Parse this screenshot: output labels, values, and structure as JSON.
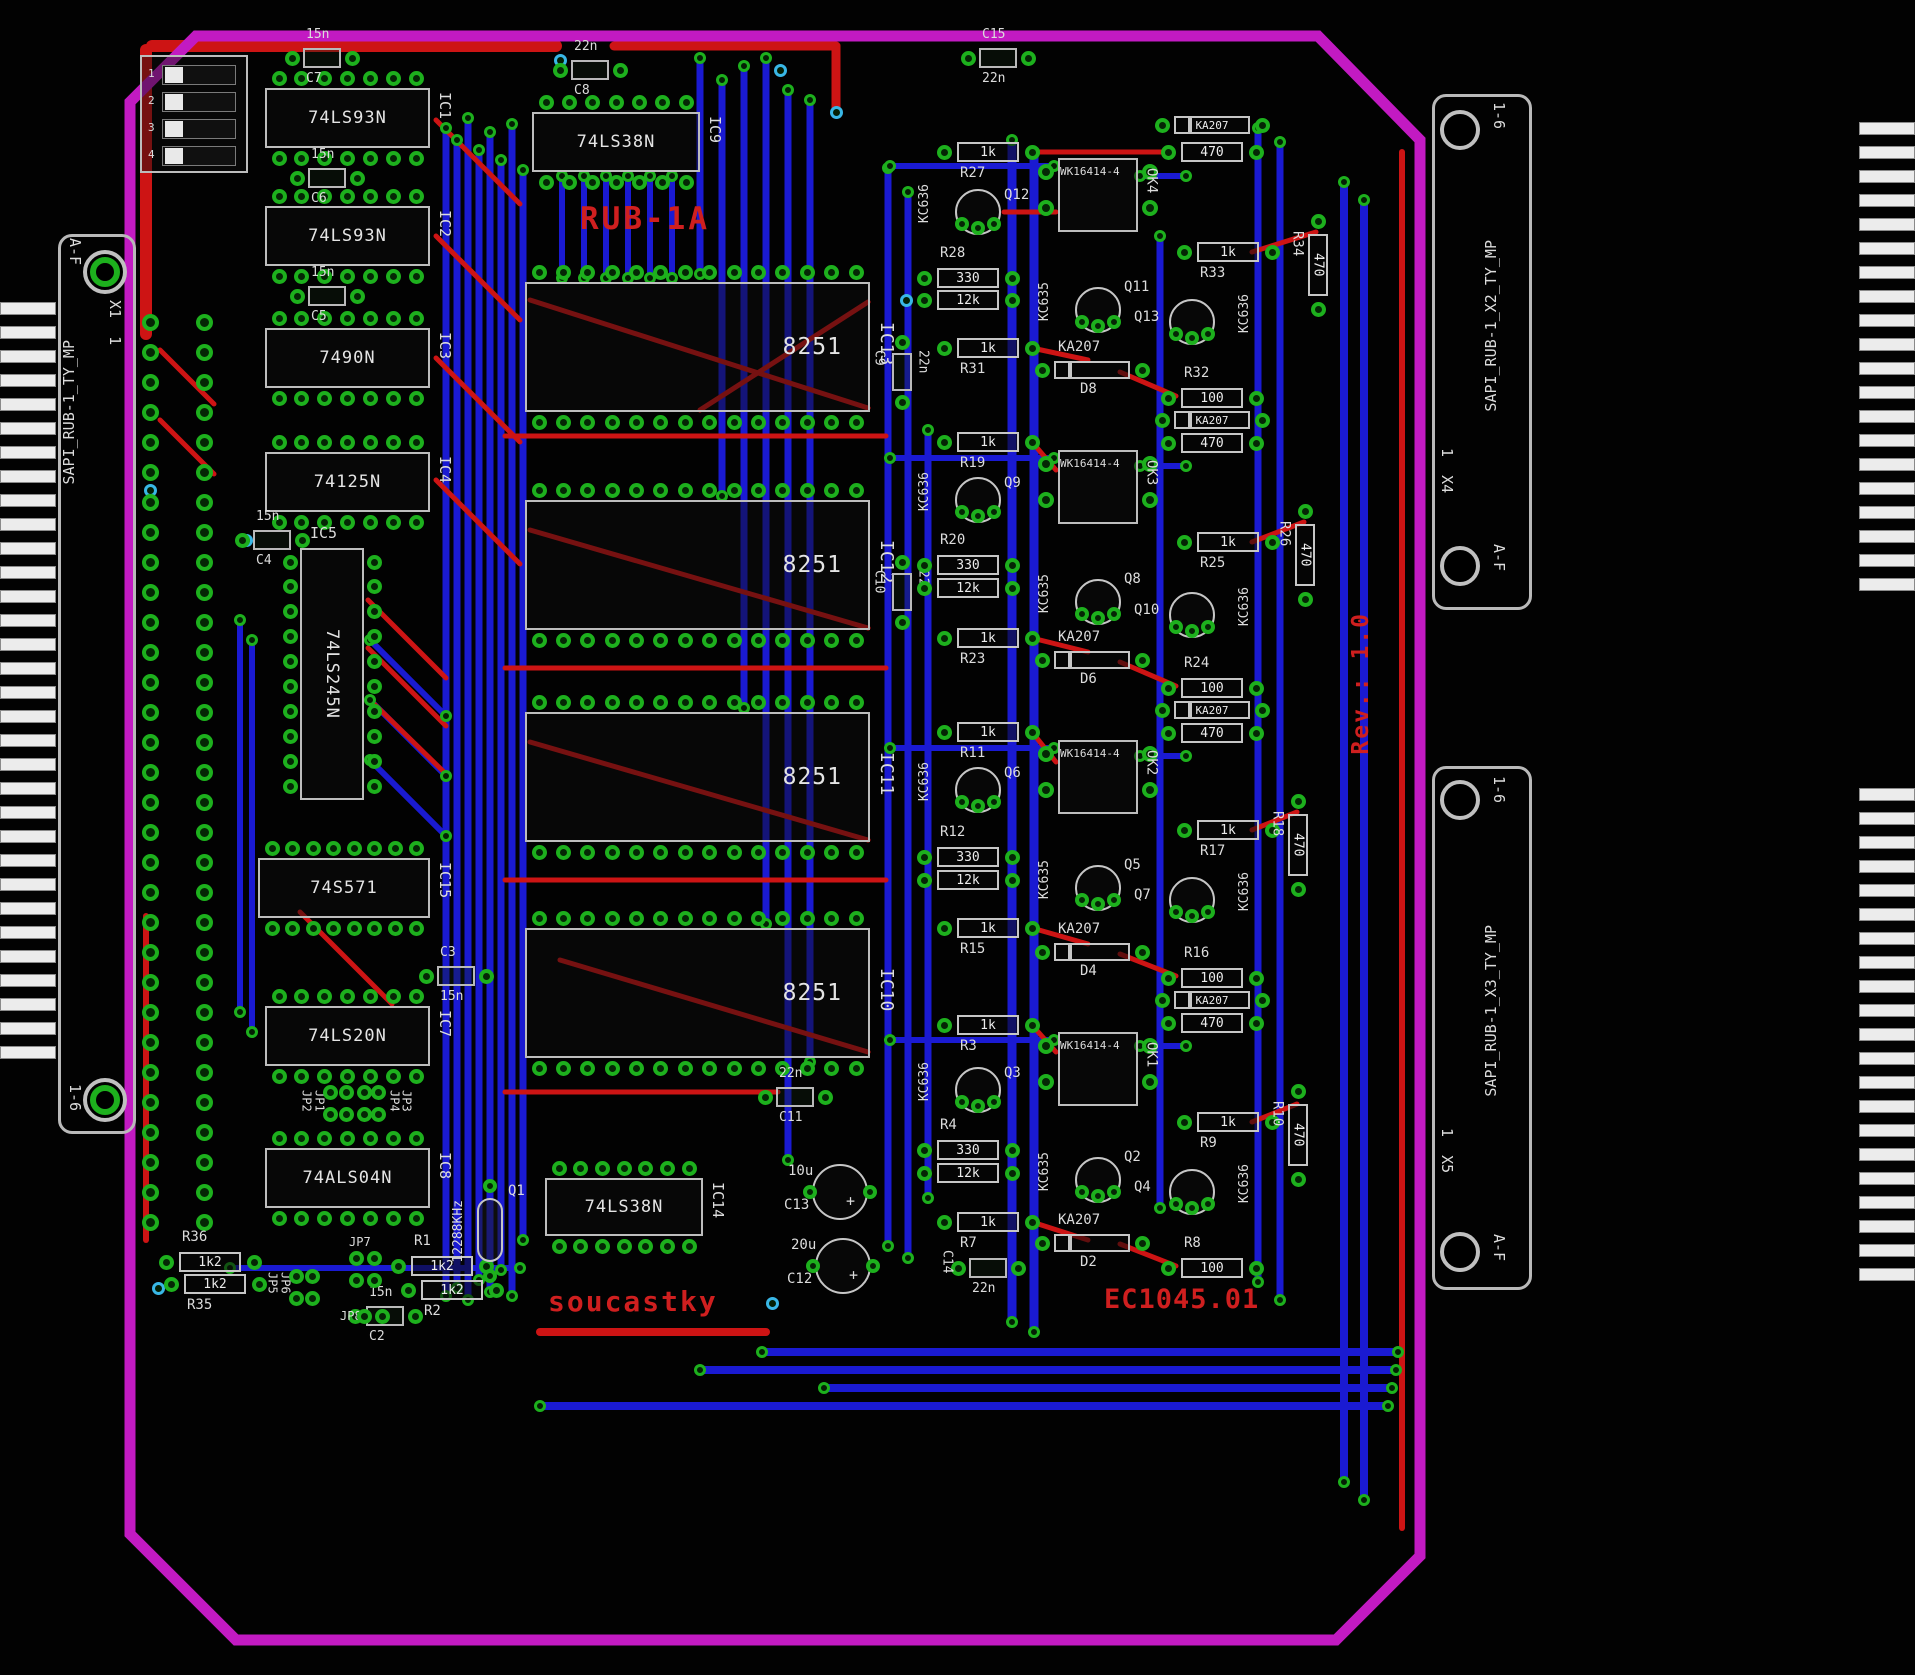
{
  "board": {
    "silkscreen_title": "RUB-1A",
    "revision": "Rev.: 1.0",
    "product_code": "EC1045.01",
    "footer_text": "soucastky"
  },
  "colors": {
    "board_background": "#020202",
    "board_outline": "#c21ac2",
    "top_copper": "#cd1414",
    "bottom_copper": "#1a1ad2",
    "pad_green": "#1db01d",
    "silkscreen": "#dcdcdc",
    "silkscreen_red": "#cf1f1f"
  },
  "connectors": [
    {
      "ref": "X1",
      "name": "SAPI_RUB-1_TY_MP",
      "top_label": "A-F",
      "bottom_label": "1-6",
      "pin_label": "X1  1",
      "side": "left"
    },
    {
      "ref": "X4",
      "name": "SAPI_RUB-1_X2_TY_MP",
      "top_label": "1-6",
      "bottom_label": "A-F",
      "pin_label": "1  X4",
      "side": "right"
    },
    {
      "ref": "X5",
      "name": "SAPI_RUB-1_X3_TY_MP",
      "top_label": "1-6",
      "bottom_label": "A-F",
      "pin_label": "1  X5",
      "side": "right"
    }
  ],
  "ics": [
    {
      "ref": "IC1",
      "part": "74LS93N"
    },
    {
      "ref": "IC2",
      "part": "74LS93N"
    },
    {
      "ref": "IC3",
      "part": "7490N"
    },
    {
      "ref": "IC4",
      "part": "74125N"
    },
    {
      "ref": "IC5",
      "part": "74LS245N"
    },
    {
      "ref": "IC7",
      "part": "74LS20N"
    },
    {
      "ref": "IC8",
      "part": "74ALS04N"
    },
    {
      "ref": "IC9",
      "part": "74LS38N"
    },
    {
      "ref": "IC10",
      "part": "8251"
    },
    {
      "ref": "IC11",
      "part": "8251"
    },
    {
      "ref": "IC12",
      "part": "8251"
    },
    {
      "ref": "IC13",
      "part": "8251"
    },
    {
      "ref": "IC14",
      "part": "74LS38N"
    },
    {
      "ref": "IC15",
      "part": "74S571"
    }
  ],
  "capacitors": [
    {
      "ref": "C2",
      "value": "15n"
    },
    {
      "ref": "C3",
      "value": "15n"
    },
    {
      "ref": "C4",
      "value": "15n"
    },
    {
      "ref": "C5",
      "value": "15n"
    },
    {
      "ref": "C6",
      "value": "15n"
    },
    {
      "ref": "C7",
      "value": "15n"
    },
    {
      "ref": "C8",
      "value": "22n"
    },
    {
      "ref": "C9",
      "value": "22n"
    },
    {
      "ref": "C10",
      "value": "22n"
    },
    {
      "ref": "C11",
      "value": "22n"
    },
    {
      "ref": "C12",
      "value": "20u"
    },
    {
      "ref": "C13",
      "value": "10u"
    },
    {
      "ref": "C14",
      "value": "22n"
    },
    {
      "ref": "C15",
      "value": "22n"
    }
  ],
  "resistors": [
    {
      "ref": "R1",
      "value": "1k2"
    },
    {
      "ref": "R2",
      "value": "1k2"
    },
    {
      "ref": "R3",
      "value": "1k"
    },
    {
      "ref": "R4",
      "value": "330"
    },
    {
      "ref": "",
      "value": "12k"
    },
    {
      "ref": "R7",
      "value": "1k"
    },
    {
      "ref": "R8",
      "value": "100"
    },
    {
      "ref": "R9",
      "value": "1k"
    },
    {
      "ref": "R10",
      "value": "470"
    },
    {
      "ref": "R11",
      "value": "1k"
    },
    {
      "ref": "R12",
      "value": "330"
    },
    {
      "ref": "",
      "value": "12k"
    },
    {
      "ref": "R15",
      "value": "1k"
    },
    {
      "ref": "R16",
      "value": "100"
    },
    {
      "ref": "R17",
      "value": "1k"
    },
    {
      "ref": "R18",
      "value": "470"
    },
    {
      "ref": "R19",
      "value": "1k"
    },
    {
      "ref": "R20",
      "value": "330"
    },
    {
      "ref": "",
      "value": "12k"
    },
    {
      "ref": "R23",
      "value": "1k"
    },
    {
      "ref": "R24",
      "value": "100"
    },
    {
      "ref": "R25",
      "value": "1k"
    },
    {
      "ref": "R26",
      "value": "470"
    },
    {
      "ref": "R27",
      "value": "1k"
    },
    {
      "ref": "R28",
      "value": "330"
    },
    {
      "ref": "",
      "value": "12k"
    },
    {
      "ref": "R31",
      "value": "1k"
    },
    {
      "ref": "R32",
      "value": "100"
    },
    {
      "ref": "R33",
      "value": "1k"
    },
    {
      "ref": "R34",
      "value": "470"
    },
    {
      "ref": "R35",
      "value": "1k2"
    },
    {
      "ref": "R36",
      "value": "1k2"
    },
    {
      "ref": "",
      "value": "470"
    },
    {
      "ref": "",
      "value": "470"
    },
    {
      "ref": "",
      "value": "470"
    },
    {
      "ref": "",
      "value": "470"
    }
  ],
  "diodes": [
    {
      "ref": "D2",
      "part": "KA207"
    },
    {
      "ref": "D4",
      "part": "KA207"
    },
    {
      "ref": "D6",
      "part": "KA207"
    },
    {
      "ref": "D8",
      "part": "KA207"
    },
    {
      "ref": "",
      "part": "KA207"
    },
    {
      "ref": "",
      "part": "KA207"
    },
    {
      "ref": "",
      "part": "KA207"
    },
    {
      "ref": "",
      "part": "KA207"
    }
  ],
  "transistors": [
    {
      "ref": "Q2",
      "part": "KC635"
    },
    {
      "ref": "Q3",
      "part": "KC636"
    },
    {
      "ref": "Q4",
      "part": "KC636"
    },
    {
      "ref": "Q5",
      "part": "KC635"
    },
    {
      "ref": "Q6",
      "part": "KC636"
    },
    {
      "ref": "Q7",
      "part": "KC636"
    },
    {
      "ref": "Q8",
      "part": "KC635"
    },
    {
      "ref": "Q9",
      "part": "KC636"
    },
    {
      "ref": "Q10",
      "part": "KC636"
    },
    {
      "ref": "Q11",
      "part": "KC635"
    },
    {
      "ref": "Q12",
      "part": "KC636"
    },
    {
      "ref": "Q13",
      "part": "KC636"
    }
  ],
  "optocouplers": [
    {
      "ref": "OK1",
      "part": "WK16414-4"
    },
    {
      "ref": "OK2",
      "part": "WK16414-4"
    },
    {
      "ref": "OK3",
      "part": "WK16414-4"
    },
    {
      "ref": "OK4",
      "part": "WK16414-4"
    }
  ],
  "jumpers": [
    "JP1",
    "JP2",
    "JP3",
    "JP4",
    "JP5",
    "JP6",
    "JP7",
    "JP8"
  ],
  "crystal": {
    "ref": "Q1",
    "freq": "12288KHz"
  },
  "dip_switch": {
    "positions": [
      "1",
      "2",
      "3",
      "4"
    ]
  }
}
